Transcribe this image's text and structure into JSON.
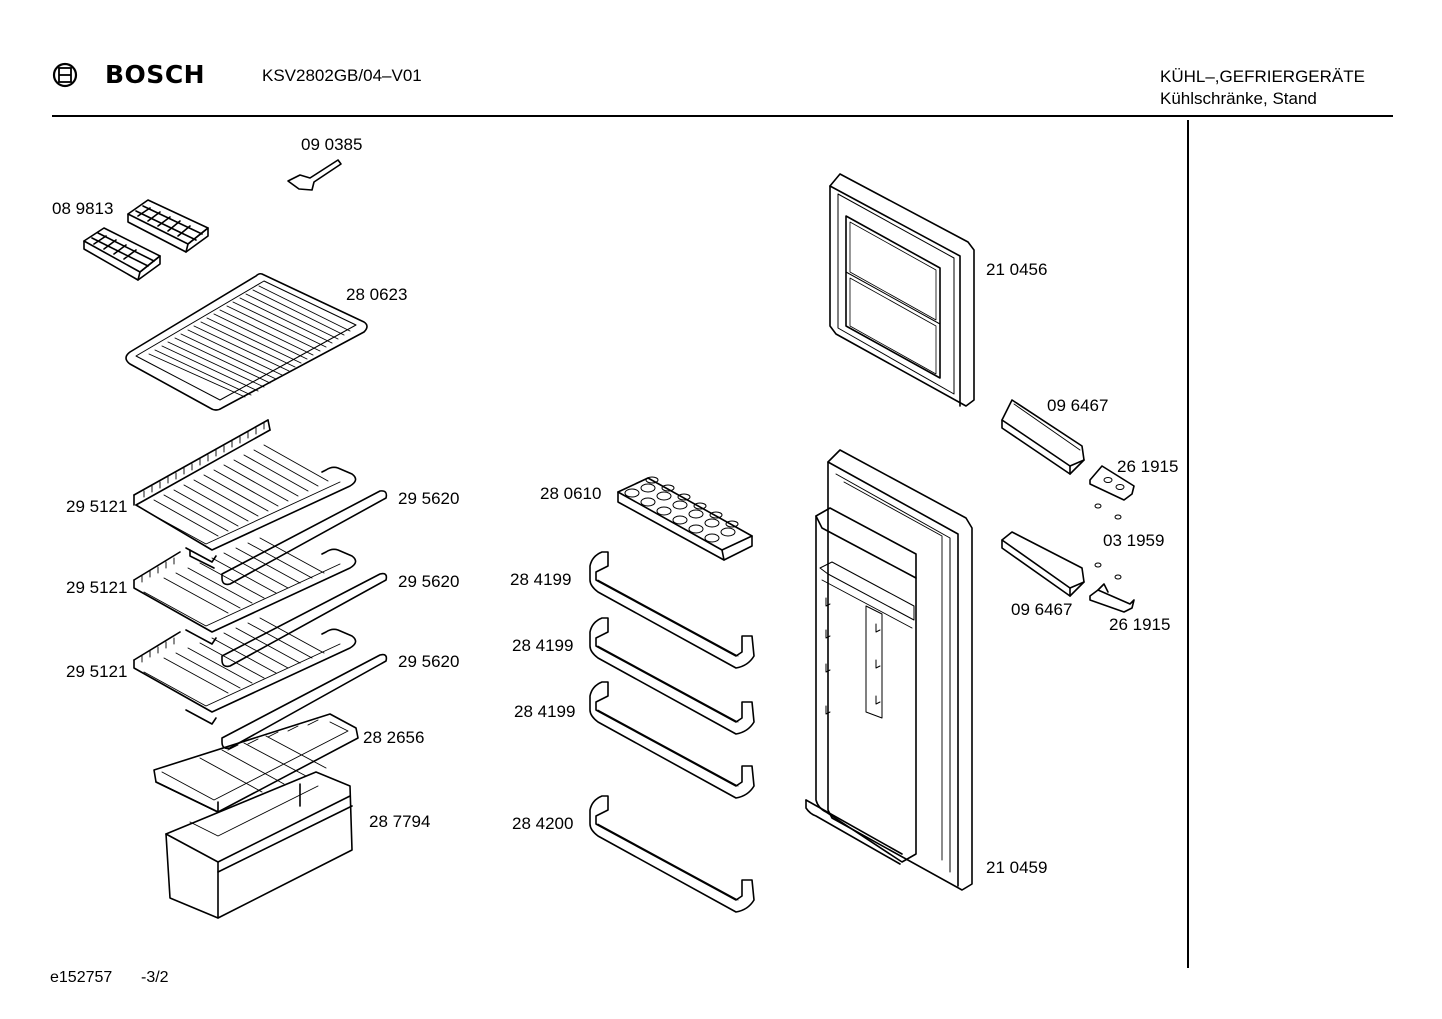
{
  "header": {
    "brand": "BOSCH",
    "model": "KSV2802GB/04–V01",
    "category_line1": "KÜHL–,GEFRIERGERÄTE",
    "category_line2": "Kühlschränke, Stand"
  },
  "parts": [
    {
      "id": "p1",
      "label": "09 0385"
    },
    {
      "id": "p2",
      "label": "08 9813"
    },
    {
      "id": "p3",
      "label": "28 0623"
    },
    {
      "id": "p4",
      "label": "29 5121"
    },
    {
      "id": "p5",
      "label": "29 5620"
    },
    {
      "id": "p6",
      "label": "29 5121"
    },
    {
      "id": "p7",
      "label": "29 5620"
    },
    {
      "id": "p8",
      "label": "29 5121"
    },
    {
      "id": "p9",
      "label": "29 5620"
    },
    {
      "id": "p10",
      "label": "28 2656"
    },
    {
      "id": "p11",
      "label": "28 7794"
    },
    {
      "id": "p12",
      "label": "28 0610"
    },
    {
      "id": "p13",
      "label": "28 4199"
    },
    {
      "id": "p14",
      "label": "28 4199"
    },
    {
      "id": "p15",
      "label": "28 4199"
    },
    {
      "id": "p16",
      "label": "28 4200"
    },
    {
      "id": "p17",
      "label": "21 0456"
    },
    {
      "id": "p18",
      "label": "09 6467"
    },
    {
      "id": "p19",
      "label": "26 1915"
    },
    {
      "id": "p20",
      "label": "03 1959"
    },
    {
      "id": "p21",
      "label": "09 6467"
    },
    {
      "id": "p22",
      "label": "26 1915"
    },
    {
      "id": "p23",
      "label": "21 0459"
    }
  ],
  "footer": {
    "doc_code": "e152757",
    "page": "-3/2"
  }
}
